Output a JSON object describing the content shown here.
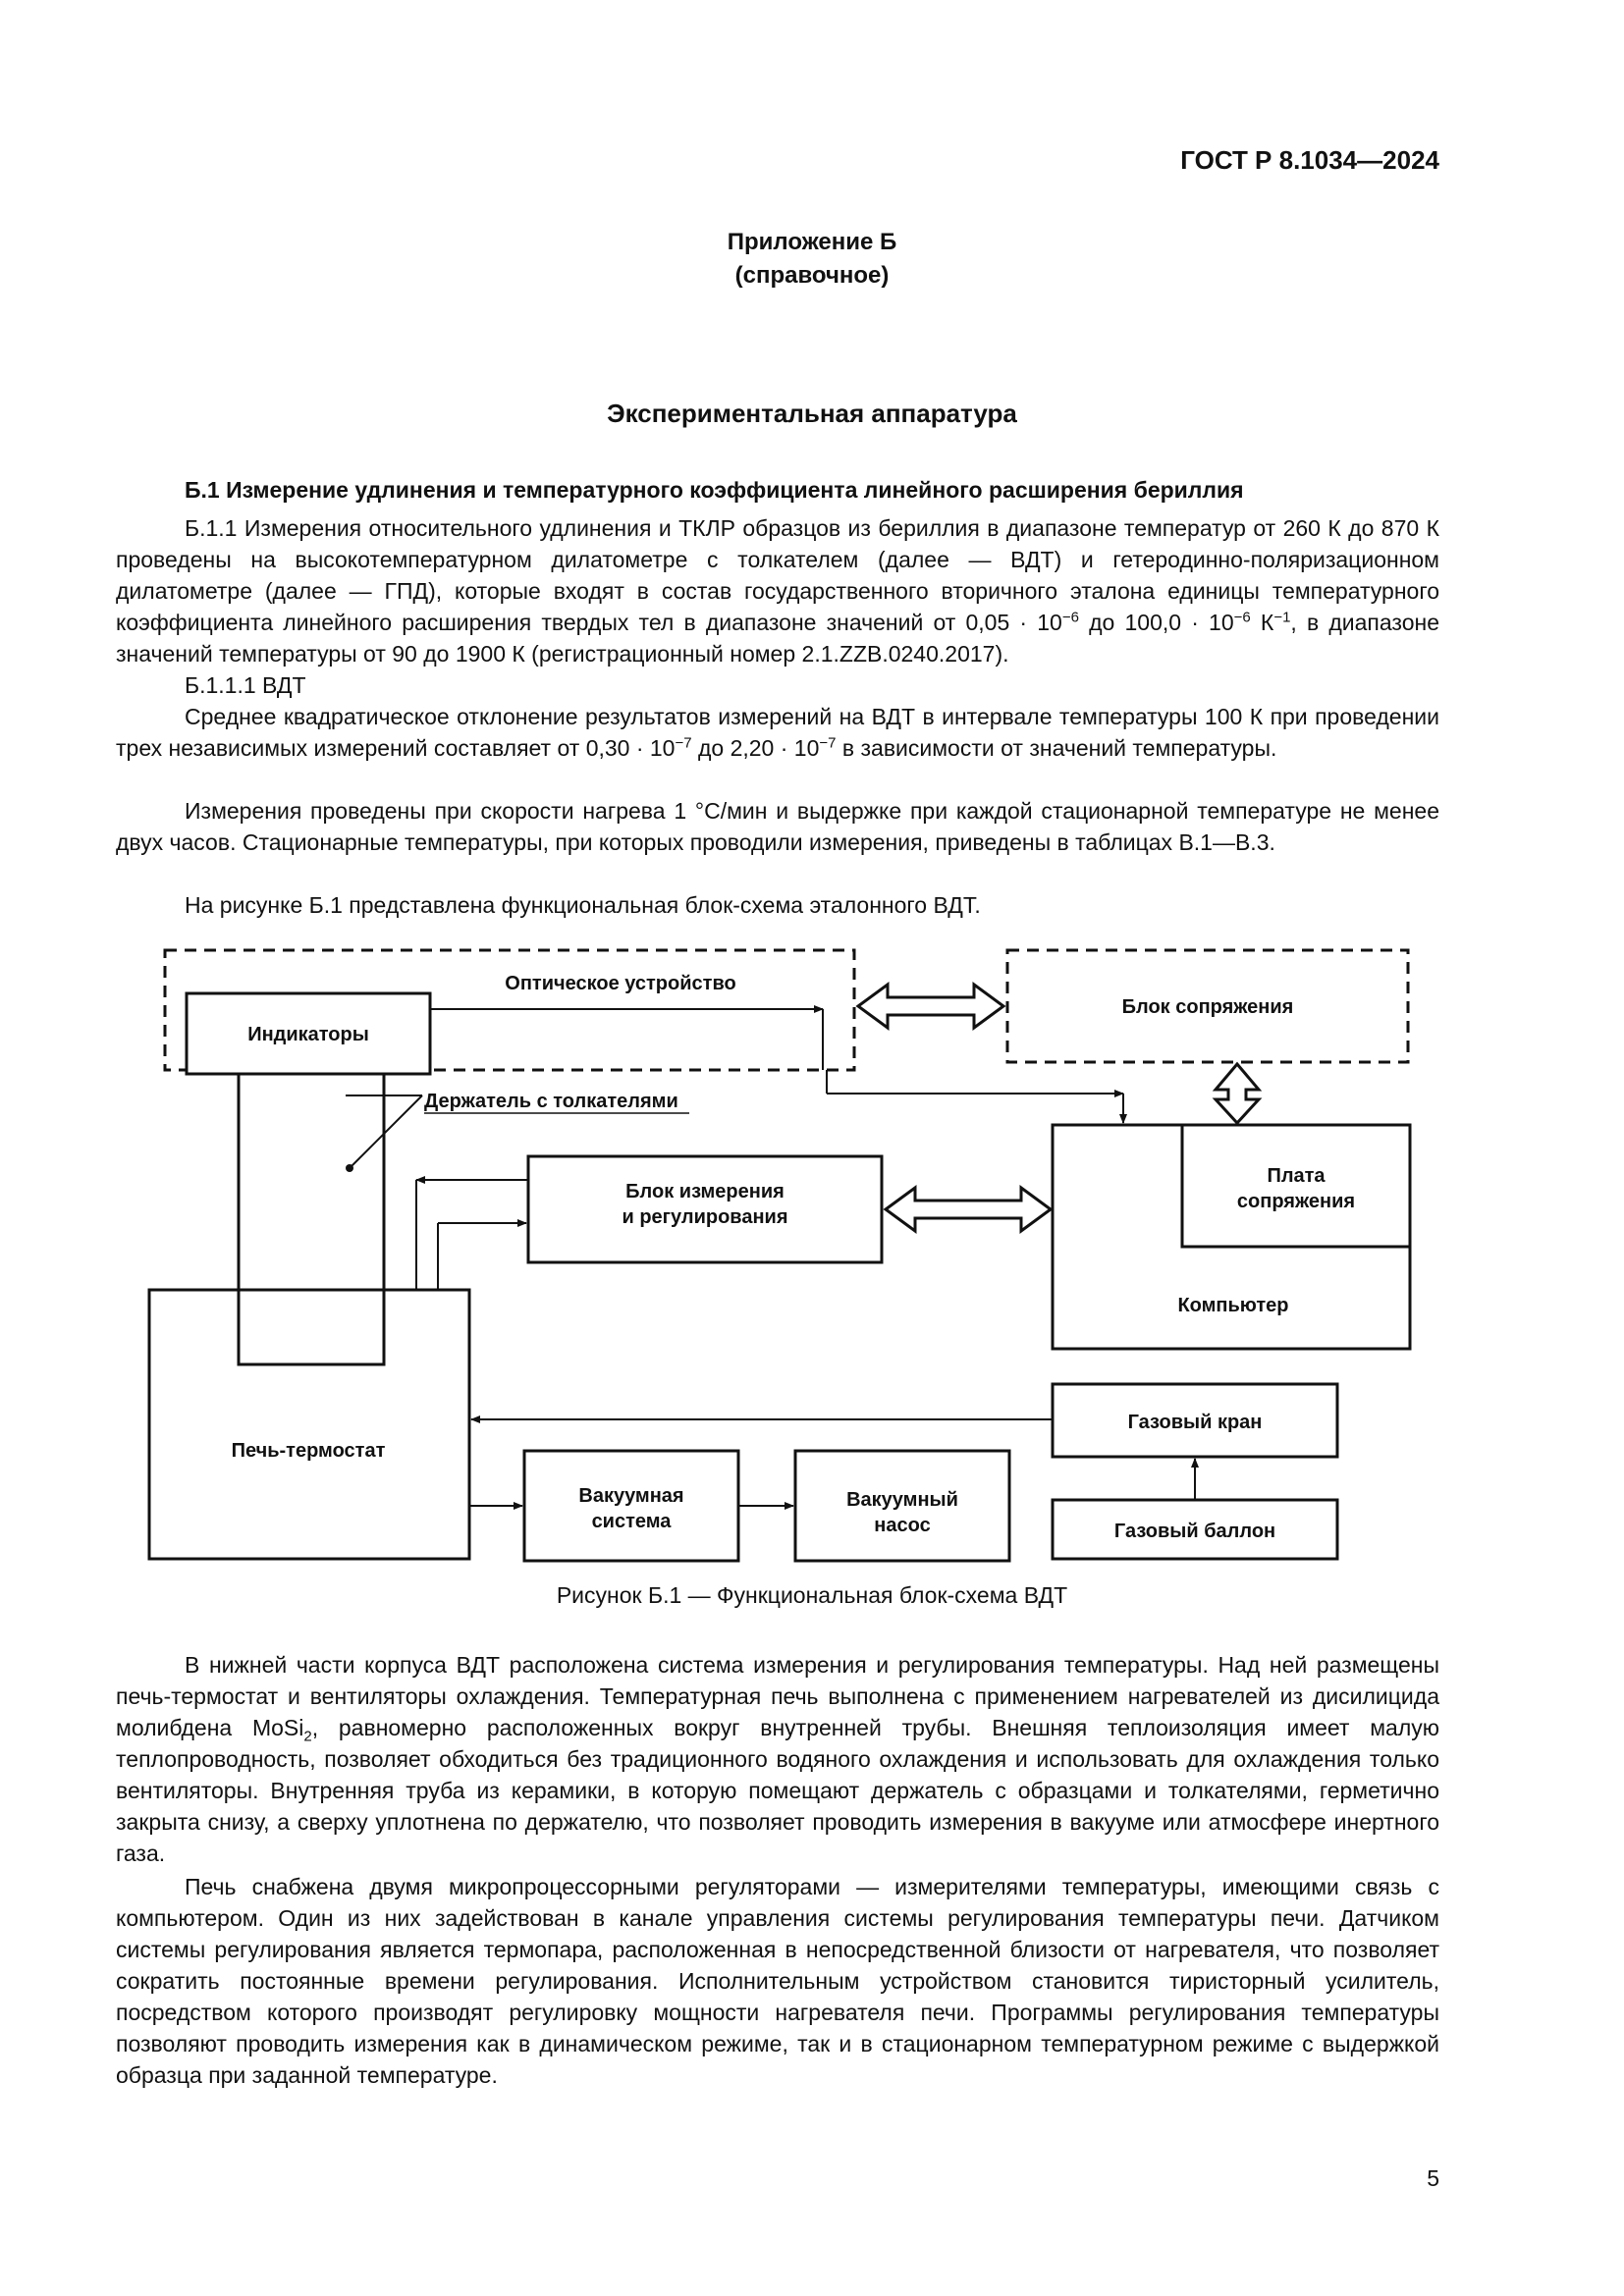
{
  "header": {
    "doc_id": "ГОСТ Р 8.1034—2024"
  },
  "appendix": {
    "title": "Приложение Б",
    "subtitle": "(справочное)"
  },
  "section_title": "Экспериментальная аппаратура",
  "subsection_title": "Б.1  Измерение удлинения и температурного коэффициента линейного расширения бериллия",
  "para1": {
    "a": "Б.1.1  Измерения относительного удлинения и ТКЛР образцов из бериллия в диапазоне температур от 260 К до 870 К проведены на высокотемпературном дилатометре с толкателем (далее — ВДТ) и гетеродинно-поляризационном дилатометре (далее — ГПД), которые входят в состав государственного вторичного эталона единицы температурного коэффициента линейного расширения твердых тел в диапазоне значений от 0,05 · 10",
    "sup1": "−6",
    "b": " до 100,0 · 10",
    "sup2": "−6",
    "c": " К",
    "sup3": "−1",
    "d": ", в диапазоне значений температуры от 90 до 1900 К (регистрационный номер 2.1.ZZB.0240.2017)."
  },
  "subsubsection": "Б.1.1.1  ВДТ",
  "para2": {
    "a": "Среднее квадратическое отклонение результатов измерений на ВДТ в интервале температуры 100 К при проведении трех независимых измерений составляет от 0,30 · 10",
    "sup1": "−7",
    "b": " до 2,20 · 10",
    "sup2": "−7",
    "c": " в зависимости от значений температуры."
  },
  "para3": "Измерения проведены при скорости нагрева 1 °С/мин и выдержке при каждой стационарной температуре не менее двух часов. Стационарные температуры, при которых проводили измерения, приведены в таблицах В.1—В.3.",
  "para4": "На рисунке Б.1 представлена функциональная блок-схема эталонного ВДТ.",
  "diagram": {
    "optical_device": "Оптическое устройство",
    "indicators": "Индикаторы",
    "interface_unit": "Блок сопряжения",
    "holder": "Держатель с толкателями",
    "measure_unit_l1": "Блок измерения",
    "measure_unit_l2": "и регулирования",
    "board_l1": "Плата",
    "board_l2": "сопряжения",
    "computer": "Компьютер",
    "furnace": "Печь-термостат",
    "gas_valve": "Газовый кран",
    "vacuum_system_l1": "Вакуумная",
    "vacuum_system_l2": "система",
    "vacuum_pump_l1": "Вакуумный",
    "vacuum_pump_l2": "насос",
    "gas_cylinder": "Газовый баллон"
  },
  "figure_caption": "Рисунок Б.1 — Функциональная блок-схема ВДТ",
  "para5": {
    "a": "В нижней части корпуса ВДТ расположена система измерения и регулирования температуры. Над ней размещены печь-термостат и вентиляторы охлаждения. Температурная печь выполнена с применением нагревателей из дисилицида молибдена MoSi",
    "sub1": "2",
    "b": ", равномерно расположенных вокруг внутренней трубы. Внешняя теплоизоляция имеет малую теплопроводность, позволяет обходиться без традиционного водяного охлаждения и использовать для охлаждения только вентиляторы. Внутренняя труба из керамики, в которую помещают держатель с образцами и толкателями, герметично закрыта снизу, а сверху уплотнена по держателю, что позволяет проводить измерения в вакууме или атмосфере инертного газа."
  },
  "para6": "Печь снабжена двумя микропроцессорными регуляторами — измерителями температуры, имеющими связь с компьютером. Один из них задействован в канале управления системы регулирования температуры печи. Датчиком системы регулирования является термопара, расположенная в непосредственной близости от нагревателя, что позволяет сократить постоянные времени регулирования. Исполнительным устройством становится тиристорный усилитель, посредством которого производят регулировку мощности нагревателя печи. Программы регулирования температуры позволяют проводить измерения как в динамическом режиме, так и в стационарном температурном режиме с выдержкой образца при заданной температуре.",
  "page_number": "5"
}
